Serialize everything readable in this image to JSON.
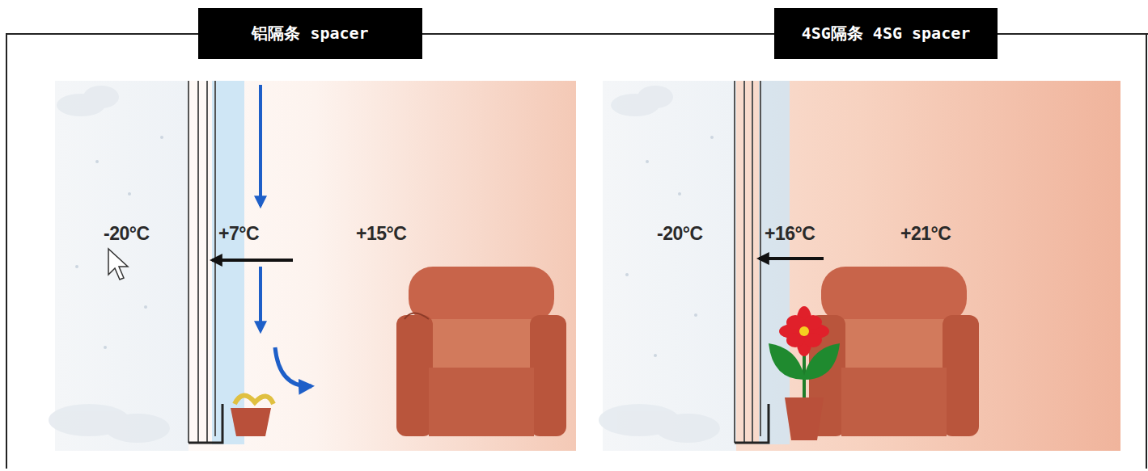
{
  "diagram": {
    "nodes": [
      {
        "text": [
          "铝隔条 spacer"
        ]
      },
      {
        "text": [
          "4SG隔条 4SG spacer"
        ]
      }
    ],
    "labels": [
      "-20°C",
      "+7°C",
      "+15°C",
      "-20°C",
      "+16°C",
      "+21°C"
    ]
  }
}
